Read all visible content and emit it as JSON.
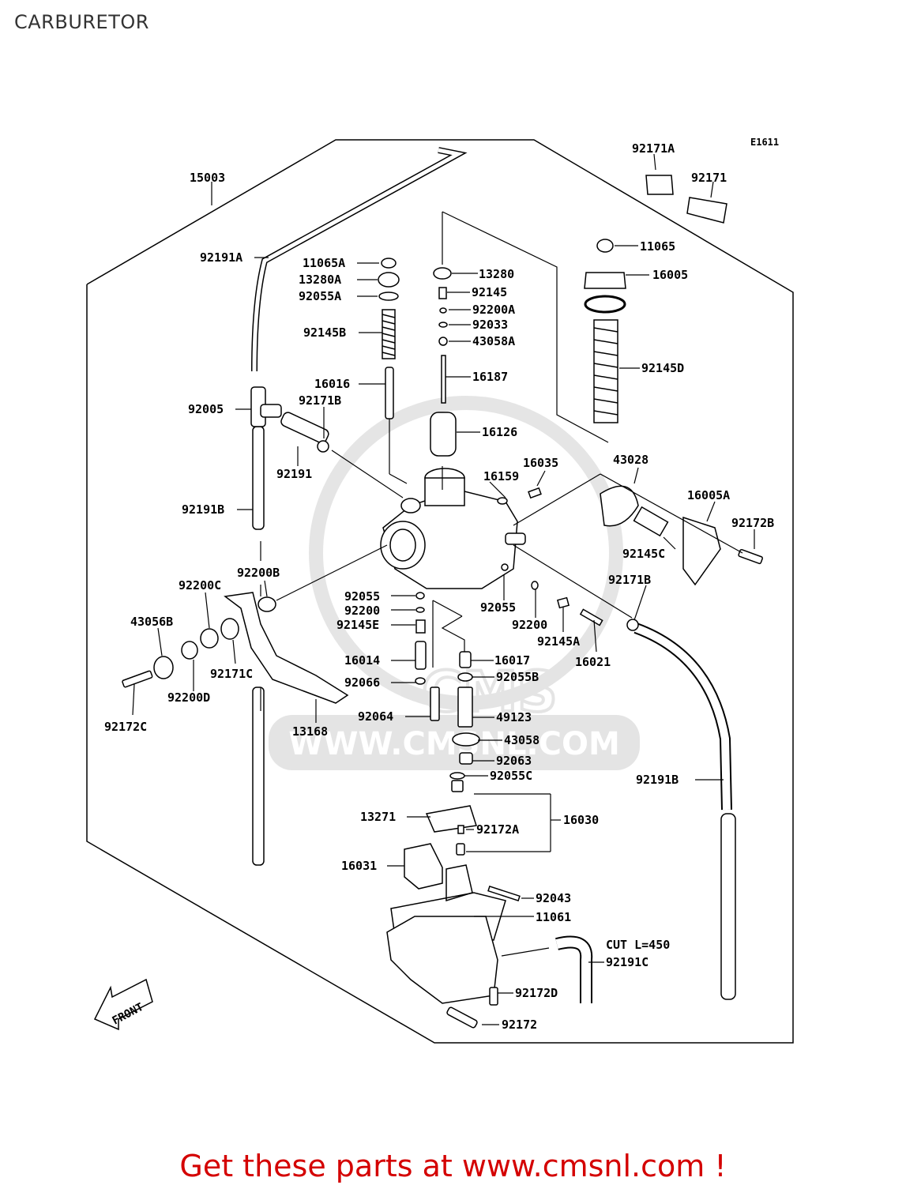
{
  "header": {
    "title": "CARBURETOR"
  },
  "figure": {
    "code": "E1611",
    "front_label": "FRONT"
  },
  "watermark": {
    "text": "WWW.CMSNL.COM"
  },
  "footer": {
    "text": "Get these parts at www.cmsnl.com !"
  },
  "labels": {
    "p92171A": "92171A",
    "p92171": "92171",
    "p15003": "15003",
    "p11065": "11065",
    "p16005": "16005",
    "p92191A": "92191A",
    "p11065A": "11065A",
    "p13280A": "13280A",
    "p92055A": "92055A",
    "p13280": "13280",
    "p92145": "92145",
    "p92200A": "92200A",
    "p92033": "92033",
    "p43058A": "43058A",
    "p92145B": "92145B",
    "p92145D": "92145D",
    "p16016": "16016",
    "p16187": "16187",
    "p92005": "92005",
    "p92171B": "92171B",
    "p16126": "16126",
    "p92191": "92191",
    "p16035": "16035",
    "p16159": "16159",
    "p43028": "43028",
    "p92191B_top": "92191B",
    "p16005A": "16005A",
    "p92172B": "92172B",
    "p92200B": "92200B",
    "p92145C": "92145C",
    "p92200C": "92200C",
    "p92171B_r": "92171B",
    "p92055_l": "92055",
    "p92200_l": "92200",
    "p92055_r": "92055",
    "p43056B": "43056B",
    "p92145E": "92145E",
    "p92200_r": "92200",
    "p92145A": "92145A",
    "p16014": "16014",
    "p16017": "16017",
    "p16021": "16021",
    "p92171C": "92171C",
    "p92055B": "92055B",
    "p92066": "92066",
    "p92200D": "92200D",
    "p92064": "92064",
    "p49123": "49123",
    "p92172C": "92172C",
    "p13168": "13168",
    "p43058": "43058",
    "p92063": "92063",
    "p92055C": "92055C",
    "p92191B_bot": "92191B",
    "p13271": "13271",
    "p16030": "16030",
    "p92172A": "92172A",
    "p16031": "16031",
    "p92043": "92043",
    "p11061": "11061",
    "p_cut": "CUT L=450",
    "p92191C": "92191C",
    "p92172D": "92172D",
    "p92172": "92172"
  }
}
